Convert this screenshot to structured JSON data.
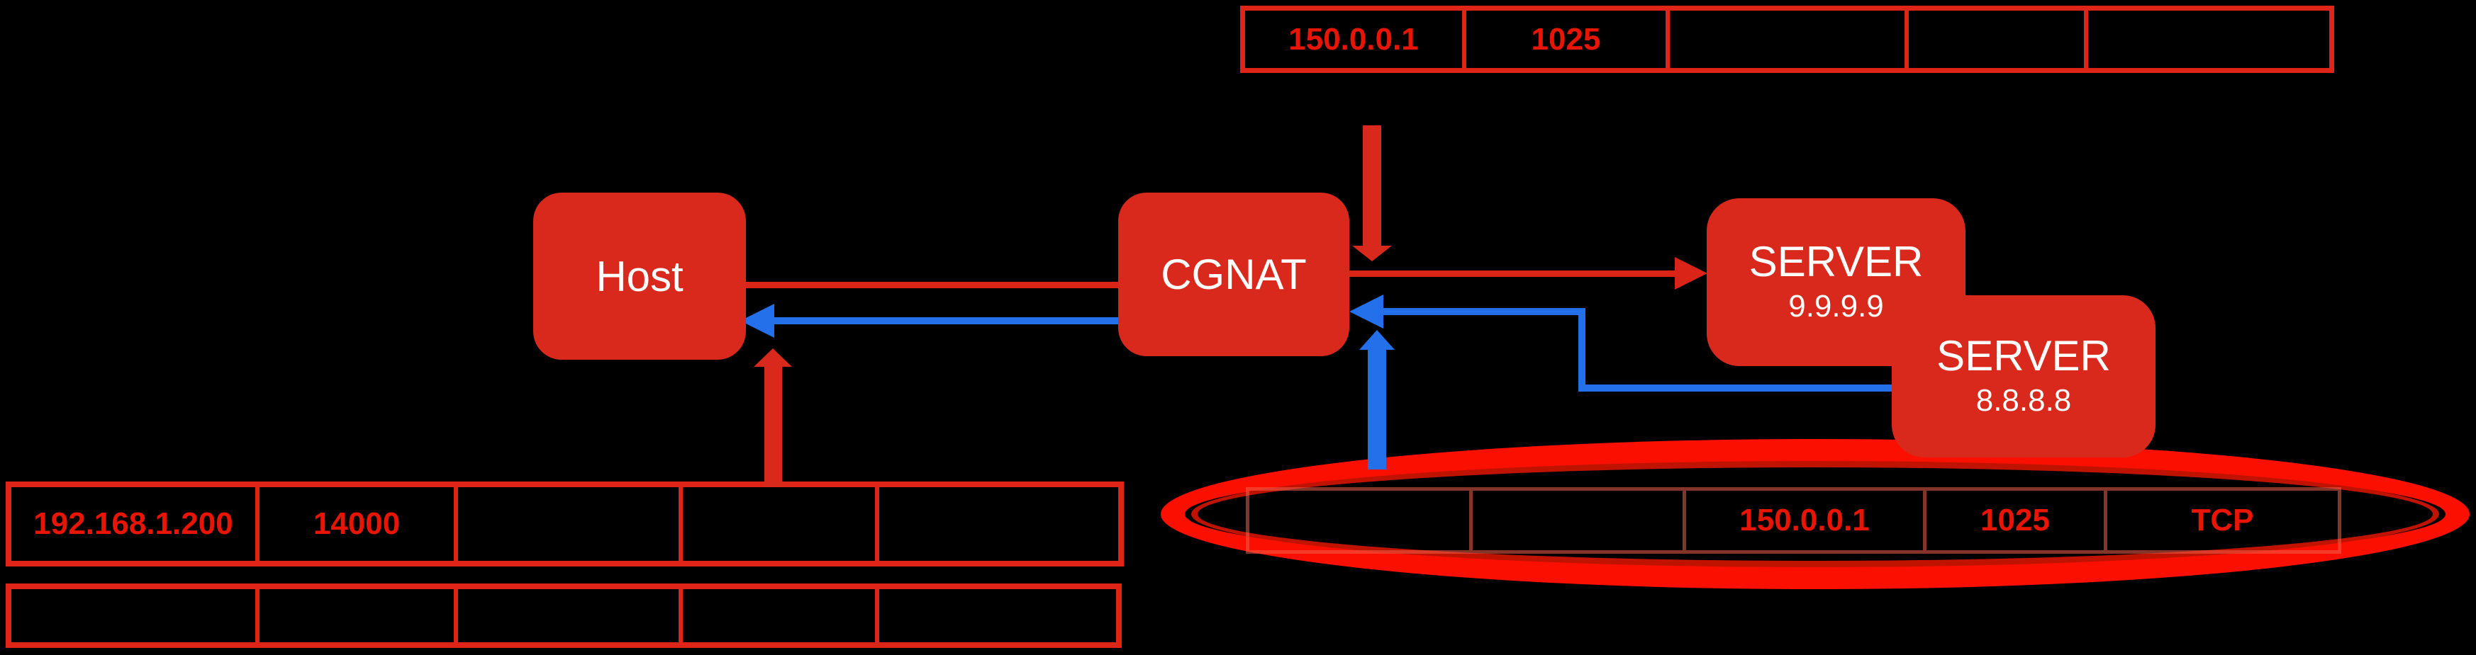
{
  "nodes": {
    "host": {
      "label": "Host"
    },
    "cgnat": {
      "label": "CGNAT"
    },
    "server1": {
      "label": "SERVER",
      "ip": "9.9.9.9"
    },
    "server2": {
      "label": "SERVER",
      "ip": "8.8.8.8"
    }
  },
  "tables": {
    "top_packet": {
      "cells": [
        "150.0.0.1",
        "1025",
        "",
        "",
        ""
      ]
    },
    "bottom_packet": {
      "cells": [
        "192.168.1.200",
        "14000",
        "",
        "",
        ""
      ]
    },
    "bottom_packet_row2": {
      "cells": [
        "",
        "",
        "",
        "",
        ""
      ]
    },
    "oval_packet": {
      "cells": [
        "",
        "",
        "150.0.0.1",
        "1025",
        "TCP"
      ]
    }
  },
  "colors": {
    "node_red": "#d8291c",
    "line_red": "#da2417",
    "table_red": "#df2418",
    "text_red": "#e81505",
    "oval_red": "#fb0f00",
    "oval_inner_red": "#bf1300",
    "blue": "#2470ea"
  }
}
